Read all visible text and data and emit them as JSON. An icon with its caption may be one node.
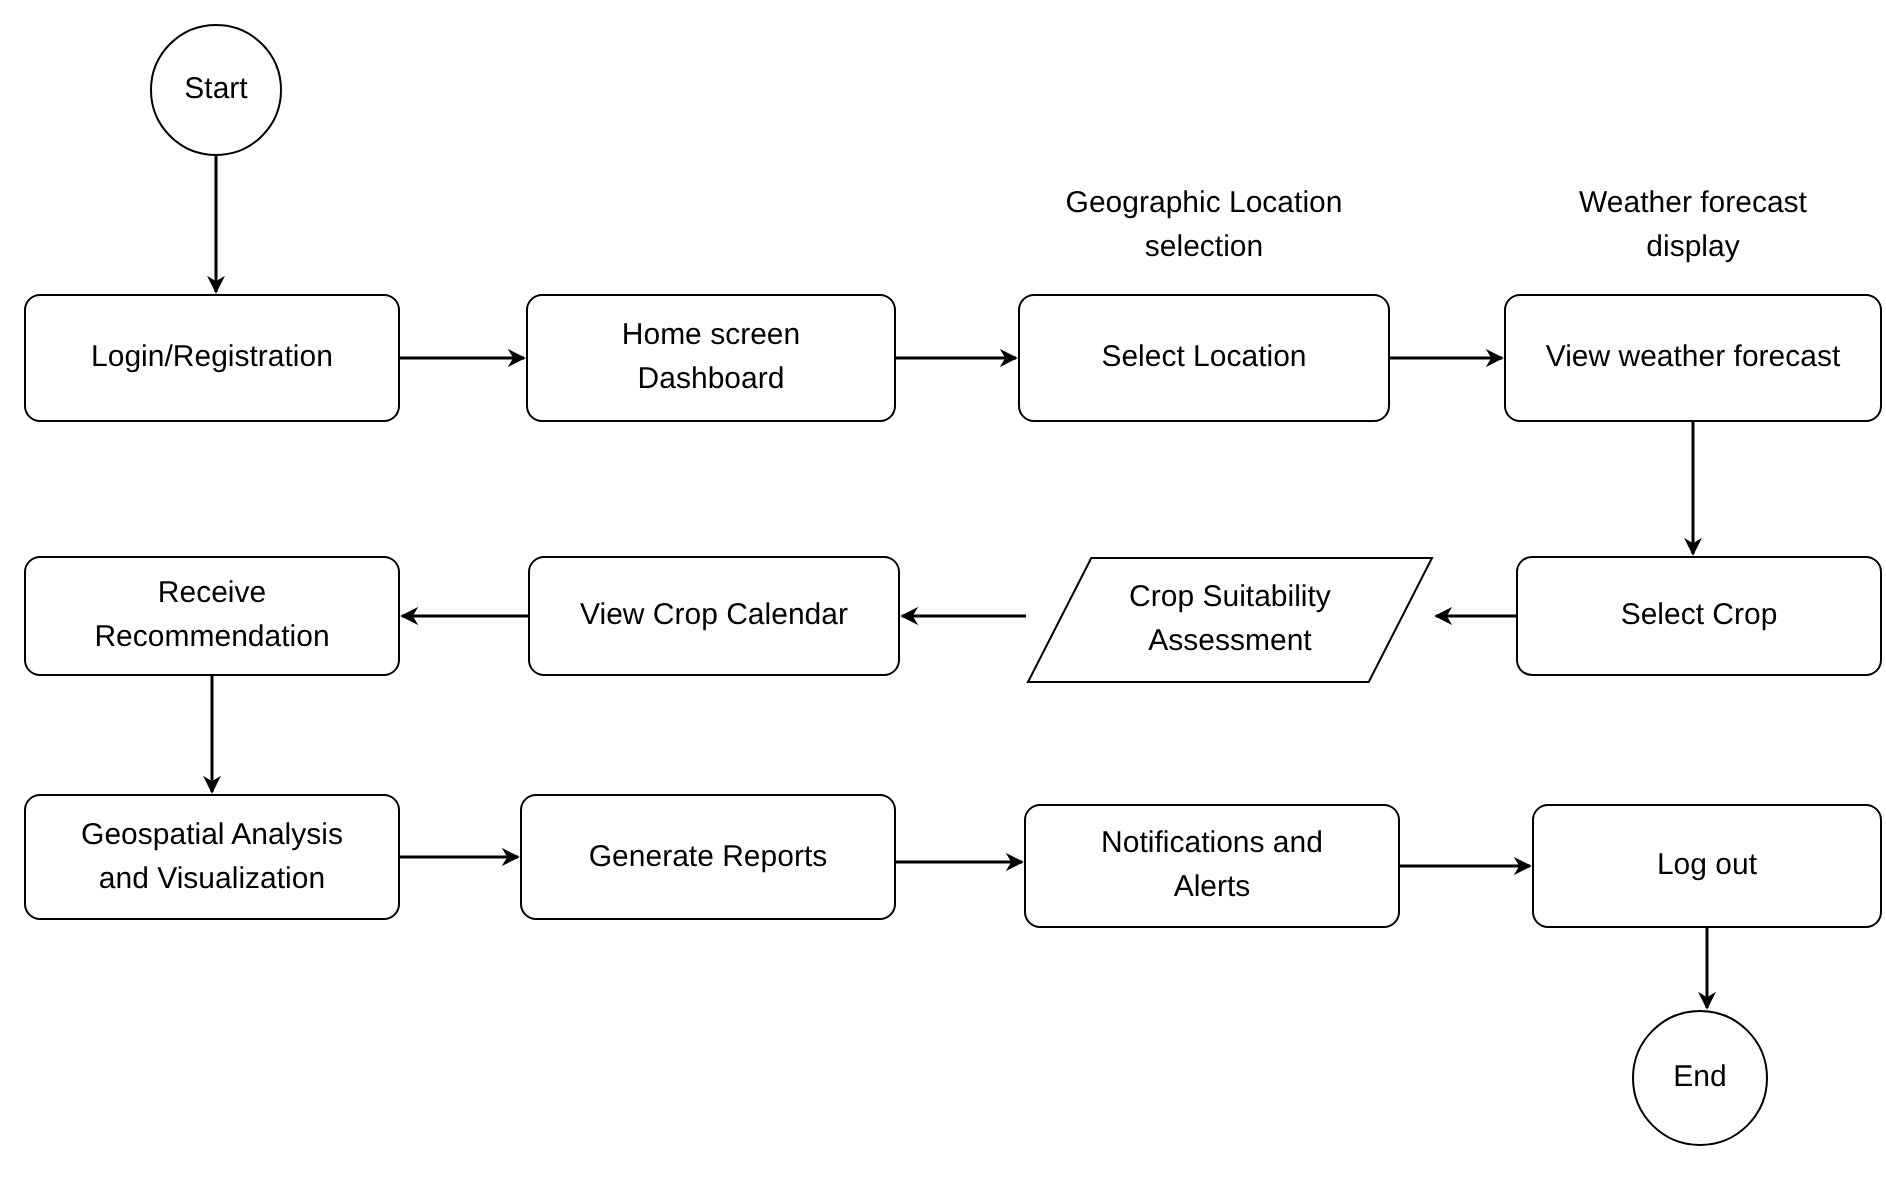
{
  "diagram": {
    "nodes": [
      {
        "text": [
          "Start"
        ]
      },
      {
        "text": [
          "Login/Registration"
        ]
      },
      {
        "text": [
          "Home screen Dashboard"
        ]
      },
      {
        "text": [
          "Select Location"
        ],
        "beside": [
          "Geographic Location selection"
        ]
      },
      {
        "text": [
          "View weather forecast"
        ],
        "beside": [
          "Weather forecast display"
        ]
      },
      {
        "text": [
          "Select Crop"
        ]
      },
      {
        "text": [
          "Crop Suitability Assessment"
        ]
      },
      {
        "text": [
          "View Crop Calendar"
        ]
      },
      {
        "text": [
          "Receive Recommendation"
        ]
      },
      {
        "text": [
          "Geospatial Analysis and Visualization"
        ]
      },
      {
        "text": [
          "Generate Reports"
        ]
      },
      {
        "text": [
          "Notifications and Alerts"
        ]
      },
      {
        "text": [
          "Log out"
        ]
      },
      {
        "text": [
          "End"
        ]
      }
    ],
    "edges": [
      {
        "from": 0,
        "to": 1,
        "arrow": "to"
      },
      {
        "from": 1,
        "to": 2,
        "arrow": "to"
      },
      {
        "from": 2,
        "to": 3,
        "arrow": "to"
      },
      {
        "from": 3,
        "to": 4,
        "arrow": "to"
      },
      {
        "from": 4,
        "to": 5,
        "arrow": "to"
      },
      {
        "from": 5,
        "to": 6,
        "arrow": "to"
      },
      {
        "from": 6,
        "to": 7,
        "arrow": "to"
      },
      {
        "from": 7,
        "to": 8,
        "arrow": "to"
      },
      {
        "from": 8,
        "to": 9,
        "arrow": "to"
      },
      {
        "from": 9,
        "to": 10,
        "arrow": "to"
      },
      {
        "from": 10,
        "to": 11,
        "arrow": "to"
      },
      {
        "from": 11,
        "to": 12,
        "arrow": "to"
      },
      {
        "from": 12,
        "to": 13,
        "arrow": "to"
      }
    ]
  }
}
